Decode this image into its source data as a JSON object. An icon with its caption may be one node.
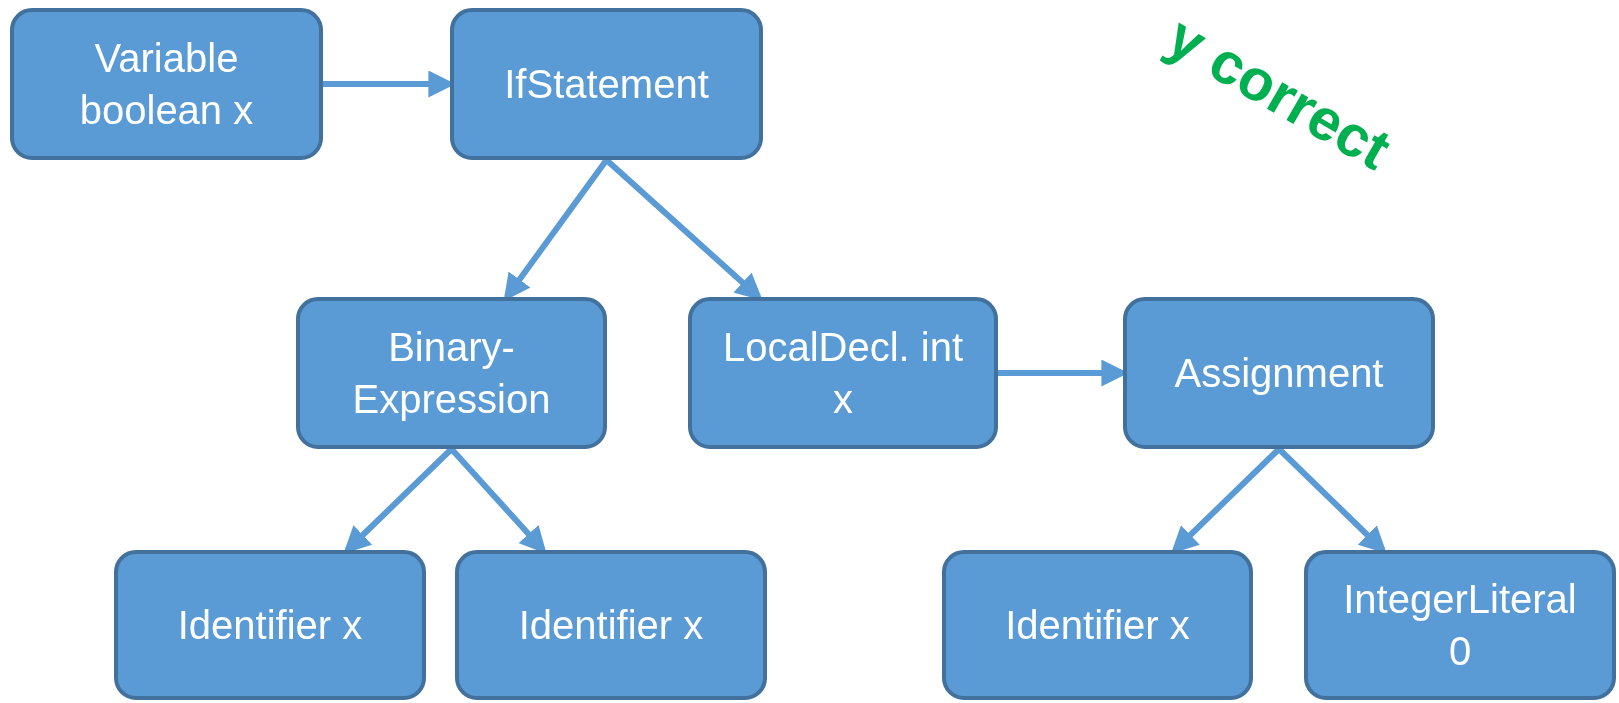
{
  "diagram": {
    "nodes": [
      {
        "text": [
          "Variable boolean x"
        ]
      },
      {
        "text": [
          "IfStatement"
        ]
      },
      {
        "text": [
          "Binary- Expression"
        ]
      },
      {
        "text": [
          "LocalDecl. int x"
        ]
      },
      {
        "text": [
          "Assignment"
        ]
      },
      {
        "text": [
          "Identifier x"
        ]
      },
      {
        "text": [
          "Identifier x"
        ]
      },
      {
        "text": [
          "Identifier x"
        ]
      },
      {
        "text": [
          "IntegerLiteral 0"
        ]
      }
    ],
    "edges": [
      {
        "from": 0,
        "to": 1,
        "arrow": "to"
      },
      {
        "from": 1,
        "to": 2,
        "arrow": "to"
      },
      {
        "from": 1,
        "to": 3,
        "arrow": "to"
      },
      {
        "from": 3,
        "to": 4,
        "arrow": "to"
      },
      {
        "from": 2,
        "to": 5,
        "arrow": "to"
      },
      {
        "from": 2,
        "to": 6,
        "arrow": "to"
      },
      {
        "from": 4,
        "to": 7,
        "arrow": "to"
      },
      {
        "from": 4,
        "to": 8,
        "arrow": "to"
      }
    ],
    "labels": [
      "y correct"
    ]
  }
}
